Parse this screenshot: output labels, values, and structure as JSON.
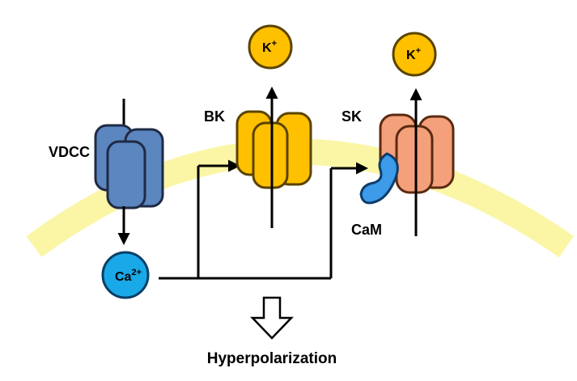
{
  "diagram": {
    "channels": {
      "vdcc": {
        "label": "VDCC",
        "color": "#5b86bf"
      },
      "bk": {
        "label": "BK",
        "color": "#ffc000"
      },
      "sk": {
        "label": "SK",
        "color": "#f4a07a"
      }
    },
    "ions": {
      "k_bk": {
        "symbol": "K",
        "charge": "+",
        "color": "#ffc000"
      },
      "k_sk": {
        "symbol": "K",
        "charge": "+",
        "color": "#ffc000"
      },
      "calcium": {
        "symbol": "Ca",
        "charge": "2+",
        "color": "#19a8e8"
      }
    },
    "calmodulin": {
      "label": "CaM",
      "color": "#3d9be9"
    },
    "membrane_color": "#fbf6a6",
    "outcome": {
      "label": "Hyperpolarization"
    }
  }
}
